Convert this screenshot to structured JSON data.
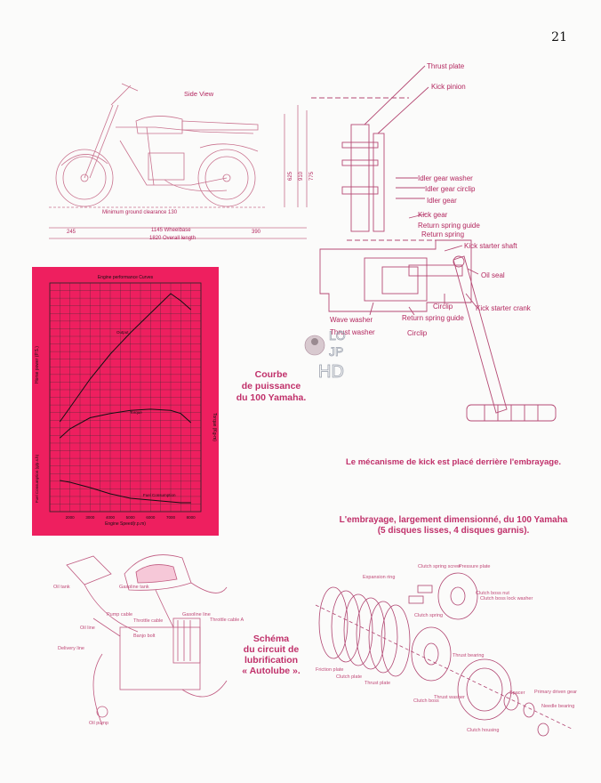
{
  "page_number": "21",
  "side_view": {
    "title": "Side View",
    "ground_clearance": "Minimum ground clearance 130",
    "dim_left": "245",
    "wheelbase": "1145 Wheelbase",
    "overall_length": "1820 Overall length",
    "dim_right": "390",
    "h1": "625",
    "h2": "910",
    "h3": "775"
  },
  "kick_mechanism": {
    "labels": [
      "Thrust plate",
      "Kick pinion",
      "Idler gear washer",
      "Idler gear circlip",
      "Idler gear",
      "Kick gear",
      "Return spring guide",
      "Return spring",
      "Kick starter shaft",
      "Oil seal",
      "Circlip",
      "Kick starter crank",
      "Wave washer",
      "Return spring guide",
      "Thrust washer",
      "Circlip"
    ],
    "caption": "Le mécanisme de kick est placé derrière l'embrayage."
  },
  "performance": {
    "caption": [
      "Courbe",
      "de puissance",
      "du 100 Yamaha."
    ],
    "chart_data": {
      "type": "line",
      "title": "Engine performance Curves",
      "xlabel": "Engine Speed(r.p.m)",
      "ylabel_left_top": "Horse power (P.S.)",
      "ylabel_left_bottom": "Fuel Consumption (g/p.s.h)",
      "ylabel_right": "Torque (Kg-m)",
      "x_ticks": [
        "2000",
        "3000",
        "4000",
        "5000",
        "6000",
        "7000",
        "8000"
      ],
      "x": [
        1500,
        2000,
        3000,
        4000,
        5000,
        6000,
        7000,
        7500,
        8000
      ],
      "series": [
        {
          "name": "Output",
          "values": [
            2.2,
            3.0,
            4.6,
            6.0,
            7.2,
            8.3,
            9.4,
            9.0,
            8.5
          ]
        },
        {
          "name": "Torque",
          "values": [
            0.55,
            0.7,
            0.88,
            0.95,
            1.0,
            1.02,
            1.0,
            0.95,
            0.8
          ]
        },
        {
          "name": "Fuel Consumption",
          "values": [
            0.5,
            0.48,
            0.42,
            0.35,
            0.3,
            0.28,
            0.26,
            0.25,
            0.25
          ]
        }
      ],
      "grid": true
    }
  },
  "clutch": {
    "caption": [
      "L'embrayage, largement dimensionné, du 100 Yamaha",
      "(5 disques lisses, 4 disques garnis)."
    ],
    "parts": [
      "Clutch spring screw",
      "Pressure plate",
      "Expansion ring",
      "Clutch boss nut",
      "Clutch boss lock washer",
      "Clutch spring",
      "Thrust bearing",
      "Friction plate",
      "Clutch plate",
      "Clutch boss",
      "Thrust washer",
      "Primary driven gear",
      "Thrust plate",
      "Clutch housing",
      "Spacer",
      "Needle bearing"
    ]
  },
  "lubrication": {
    "caption": [
      "Schéma",
      "du circuit de",
      "lubrification",
      "« Autolube »."
    ],
    "labels": [
      "Oil tank",
      "Gasoline tank",
      "Oil line",
      "Delivery line",
      "Pump cable",
      "Throttle cable",
      "Banjo bolt",
      "Gasoline line",
      "Throttle cable A",
      "Oil pump"
    ]
  },
  "watermark": {
    "line1": "LO",
    "line2": "JP",
    "line3": "HD"
  }
}
